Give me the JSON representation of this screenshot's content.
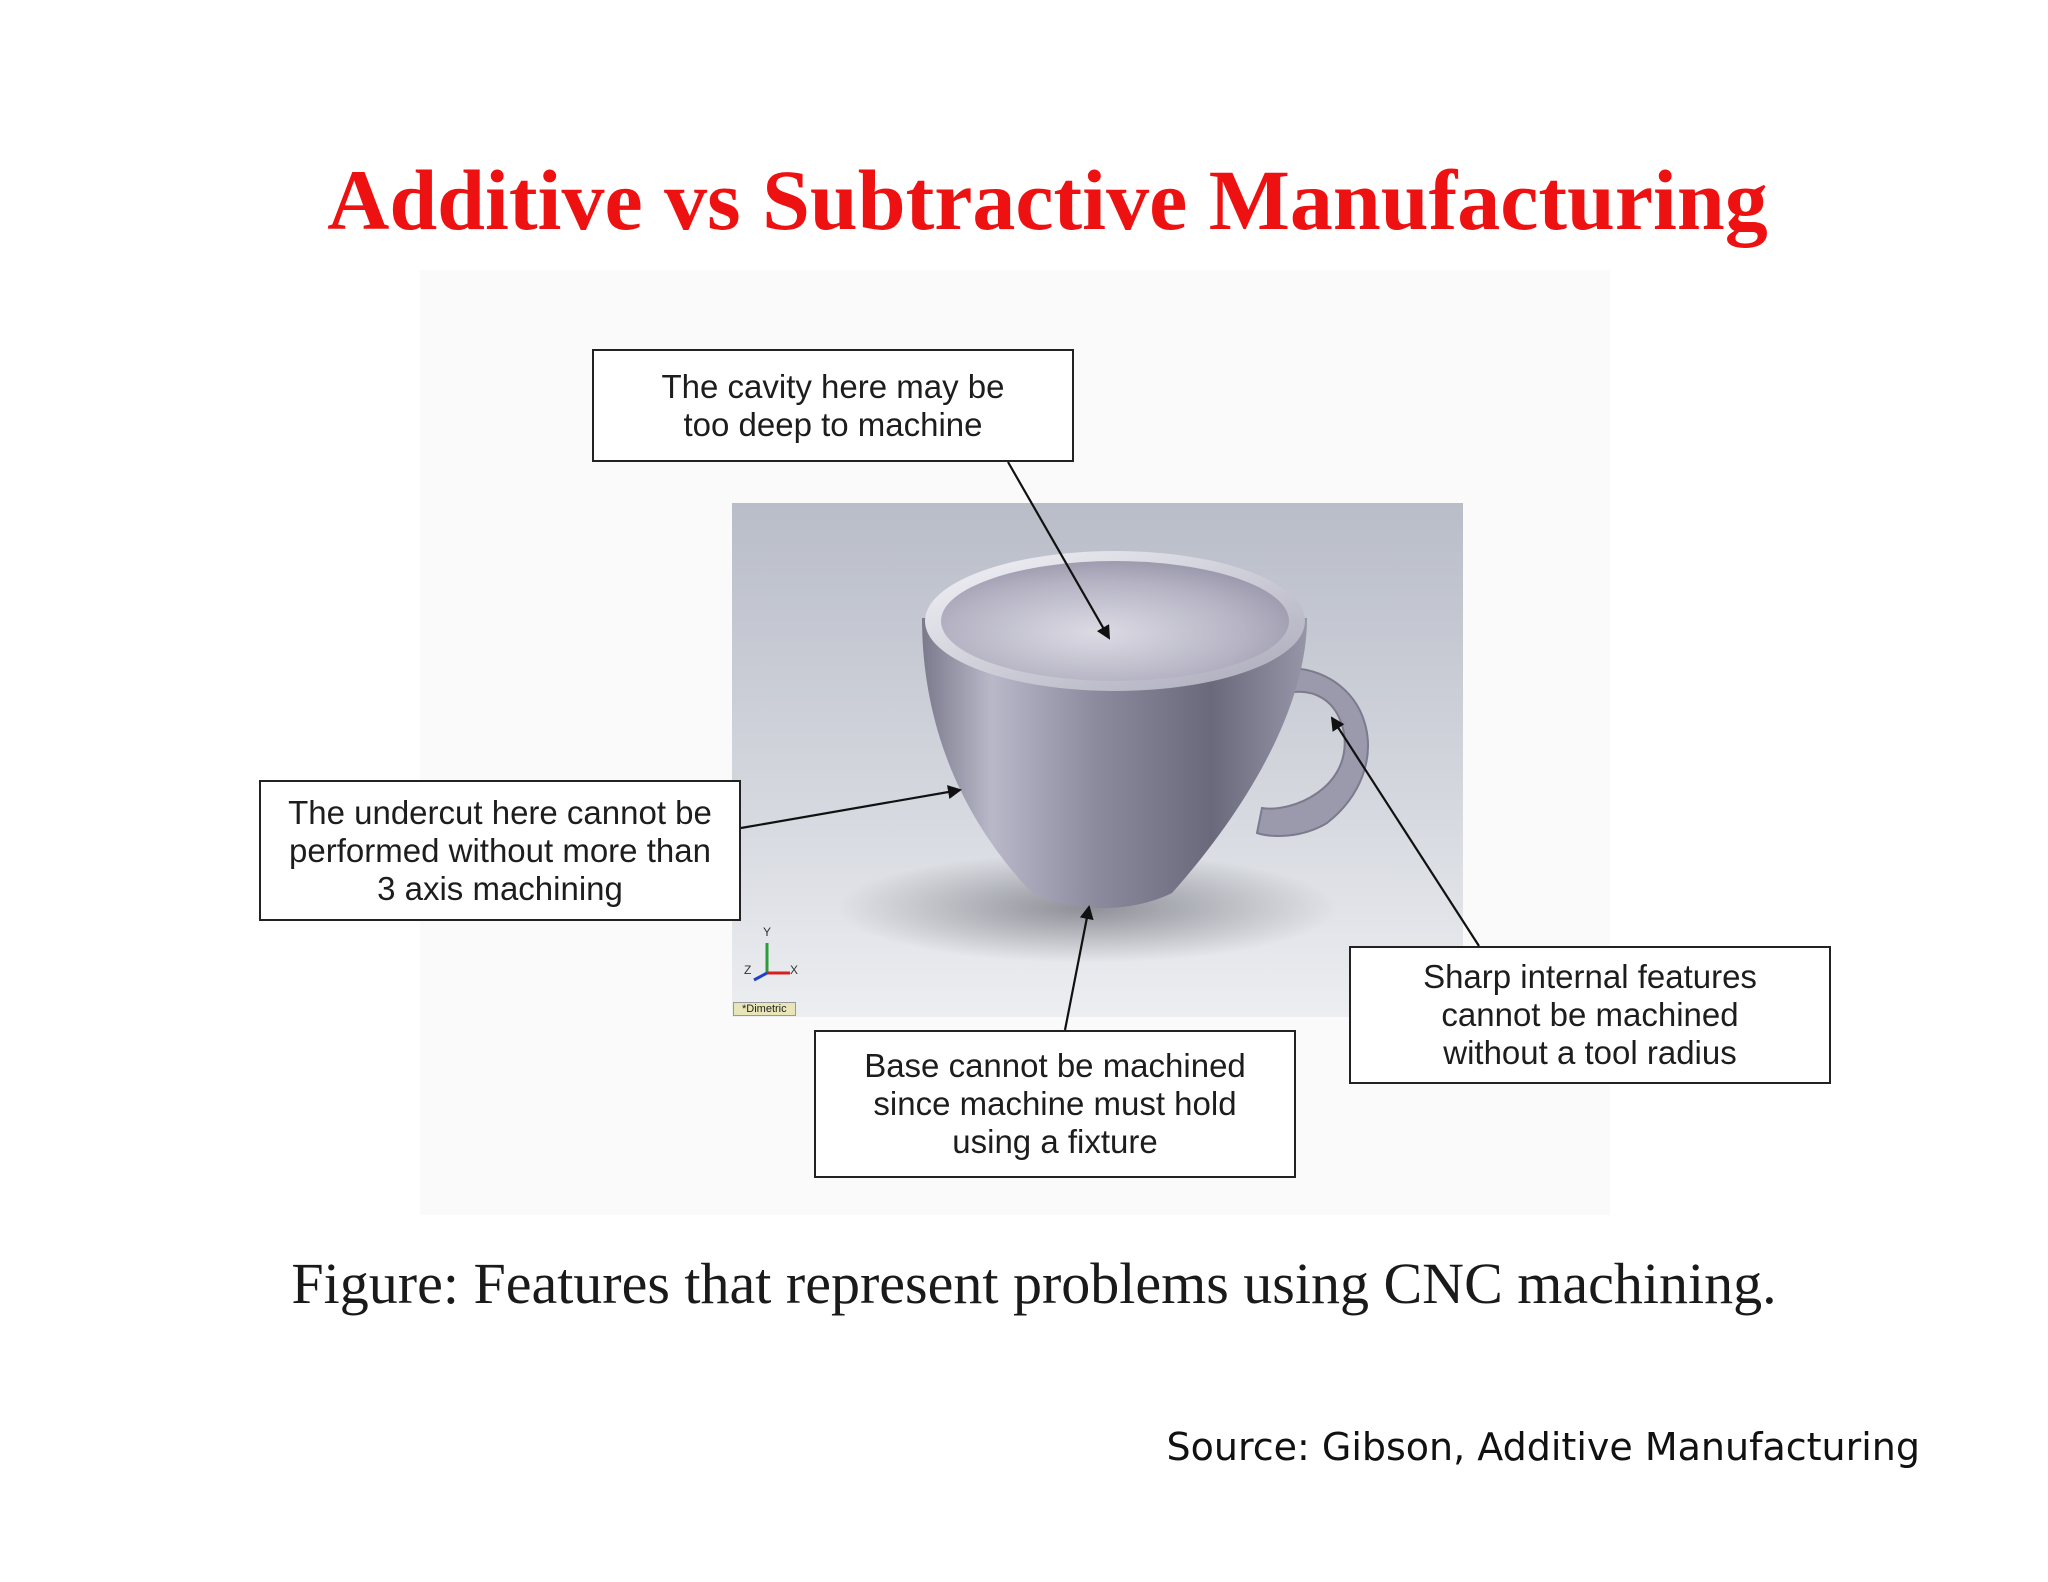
{
  "slide": {
    "title": "Additive vs Subtractive Manufacturing",
    "caption": "Figure: Features that represent problems using CNC machining.",
    "source": "Source: Gibson, Additive Manufacturing"
  },
  "figure": {
    "callouts": {
      "cavity": "The cavity here may be\ntoo deep to machine",
      "undercut": "The undercut here cannot be\nperformed without more than\n3 axis machining",
      "base": "Base cannot be machined\nsince machine must hold\nusing a fixture",
      "sharp": "Sharp internal features\ncannot be machined\nwithout a tool radius"
    },
    "triad": {
      "y": "Y",
      "z": "Z",
      "x": "X",
      "view_label": "*Dimetric"
    }
  },
  "colors": {
    "title": "#ee1111"
  }
}
